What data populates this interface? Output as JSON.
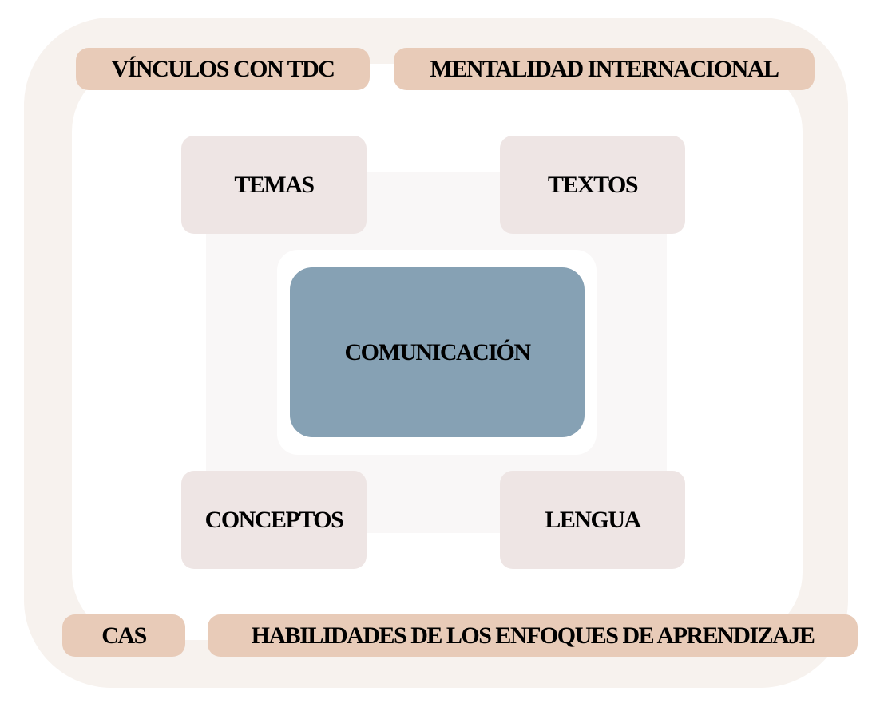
{
  "frame": {
    "top_left": "VÍNCULOS CON TDC",
    "top_right": "MENTALIDAD INTERNACIONAL",
    "bottom_left": "CAS",
    "bottom_right": "HABILIDADES DE LOS ENFOQUES DE APRENDIZAJE"
  },
  "center": "COMUNICACIÓN",
  "quadrants": {
    "top_left": "TEMAS",
    "top_right": "TEXTOS",
    "bottom_left": "CONCEPTOS",
    "bottom_right": "LENGUA"
  },
  "colors": {
    "frame": "#f7f2ee",
    "pill": "#e8cbb8",
    "box": "#eee5e4",
    "center": "#86a1b4"
  }
}
